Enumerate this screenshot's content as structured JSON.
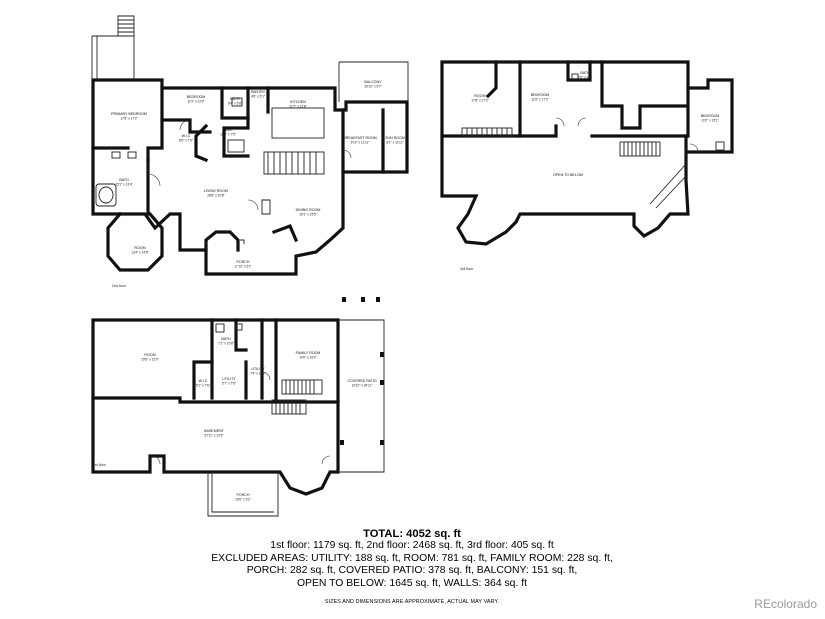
{
  "floors": {
    "second": {
      "label": "2nd floor",
      "rooms": [
        {
          "id": "primary-bedroom",
          "name": "PRIMARY BEDROOM",
          "dim": "17'8\" x 17'2\""
        },
        {
          "id": "bedroom-1",
          "name": "BEDROOM",
          "dim": "11'9\" x 12'0\""
        },
        {
          "id": "bath-1",
          "name": "BATH",
          "dim": "8'4\" x 5'8\""
        },
        {
          "id": "pantry",
          "name": "PANTRY",
          "dim": "4'8\" x 5'1\""
        },
        {
          "id": "kitchen",
          "name": "KITCHEN",
          "dim": "21'7\" x 21'8\""
        },
        {
          "id": "balcony",
          "name": "BALCONY",
          "dim": "15'10\" x 9'7\""
        },
        {
          "id": "wic-2",
          "name": "W.I.C",
          "dim": "8'0\" x 7'5\""
        },
        {
          "id": "hall",
          "name": "HALL",
          "dim": "15'2\" x 7'5\""
        },
        {
          "id": "breakfast-room",
          "name": "BREAKFAST ROOM",
          "dim": "9'10\" x 11'11\""
        },
        {
          "id": "sun-room",
          "name": "SUN ROOM",
          "dim": "8'1\" x 11'11\""
        },
        {
          "id": "bath-2",
          "name": "BATH",
          "dim": "15'1\" x 13'4\""
        },
        {
          "id": "living-room",
          "name": "LIVING ROOM",
          "dim": "28'8\" x 20'8\""
        },
        {
          "id": "dining-room",
          "name": "DINING ROOM",
          "dim": "16'1\" x 15'5\""
        },
        {
          "id": "room-2",
          "name": "ROOM",
          "dim": "13'4\" x 14'8\""
        },
        {
          "id": "porch-2",
          "name": "PORCH",
          "dim": "17'10\" x 5'1\""
        }
      ]
    },
    "third": {
      "label": "3rd floor",
      "rooms": [
        {
          "id": "room-3",
          "name": "ROOM",
          "dim": "17'8\" x 17'2\""
        },
        {
          "id": "bedroom-3a",
          "name": "BEDROOM",
          "dim": "11'6\" x 17'2\""
        },
        {
          "id": "bath-3",
          "name": "BATH",
          "dim": "7'5\" x 6'7\""
        },
        {
          "id": "bedroom-3b",
          "name": "BEDROOM",
          "dim": "10'2\" x 15'1\""
        },
        {
          "id": "open-to-below",
          "name": "OPEN TO BELOW",
          "dim": ""
        }
      ]
    },
    "first": {
      "label": "1st floor",
      "rooms": [
        {
          "id": "room-1",
          "name": "ROOM",
          "dim": "29'8\" x 15'0\""
        },
        {
          "id": "bath-1f",
          "name": "BATH",
          "dim": "7'1\" x 10'8\""
        },
        {
          "id": "family-room",
          "name": "FAMILY ROOM",
          "dim": "14'0\" x 16'0\""
        },
        {
          "id": "wic-1",
          "name": "W.I.C",
          "dim": "5'1\" x 7'6\""
        },
        {
          "id": "utility-a",
          "name": "UTILITY",
          "dim": "5'7\" x 7'6\""
        },
        {
          "id": "utility-b",
          "name": "UTILITY",
          "dim": "7'4\" x 16'2\""
        },
        {
          "id": "covered-patio",
          "name": "COVERED PATIO",
          "dim": "10'10\" x 34'11\""
        },
        {
          "id": "basement",
          "name": "BASEMENT",
          "dim": "57'11\" x 22'5\""
        },
        {
          "id": "porch-1",
          "name": "PORCH",
          "dim": "19'6\" x 5'2\""
        }
      ]
    }
  },
  "summary": {
    "total": "TOTAL: 4052 sq. ft",
    "lines": [
      "1st floor: 1179 sq. ft, 2nd floor: 2468 sq. ft, 3rd floor: 405 sq. ft",
      "EXCLUDED AREAS: UTILITY: 188 sq. ft, ROOM: 781 sq. ft, FAMILY ROOM: 228 sq. ft,",
      "PORCH: 282 sq. ft, COVERED PATIO: 378 sq. ft, BALCONY: 151 sq. ft,",
      "OPEN TO BELOW: 1645 sq. ft, WALLS: 364 sq. ft"
    ],
    "disclaimer": "SIZES AND DIMENSIONS ARE APPROXIMATE, ACTUAL MAY VARY."
  },
  "branding": {
    "watermark": "REcolorado",
    "color": "#9a9a9a"
  }
}
